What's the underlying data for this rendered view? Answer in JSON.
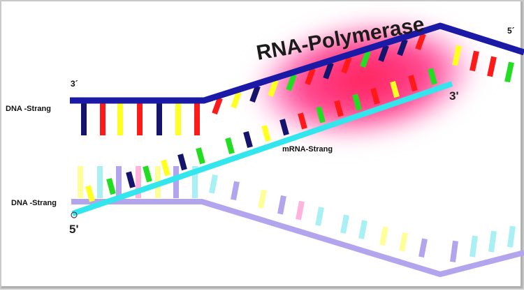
{
  "labels": {
    "enzyme": "RNA-Polymerase",
    "dna_top": "DNA -Strang",
    "dna_bottom": "DNA -Strang",
    "mrna": "mRNA-Strang",
    "top_left_end": "3´",
    "top_right_end": "5´",
    "mrna_3_end": "3'",
    "mrna_5_end": "5'"
  },
  "colors": {
    "dna_top_backbone": "#1a1aa6",
    "mrna_backbone": "#33e6ee",
    "dna_bottom_backbone": "#b3a4ee",
    "enzyme_glow": "#ff1f7a",
    "base_blue": "#14146e",
    "base_red": "#ff1a1a",
    "base_yellow": "#ffff22",
    "base_green": "#22dd22"
  },
  "icons": {
    "enzyme": "enzyme-glow-blob",
    "strand": "nucleotide-backbone",
    "base": "nucleotide-base-bar"
  }
}
